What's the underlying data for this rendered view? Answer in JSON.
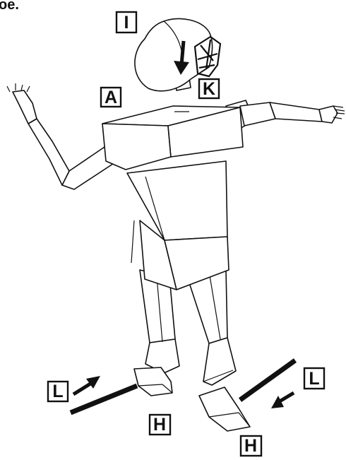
{
  "caption_fragment": "oe.",
  "labels": {
    "helmet": "I",
    "shoulders": "A",
    "neck": "K",
    "foot_left": "H",
    "foot_right": "H",
    "slide_left": "L",
    "slide_right": "L"
  },
  "colors": {
    "ink": "#111111",
    "paper": "#ffffff"
  }
}
